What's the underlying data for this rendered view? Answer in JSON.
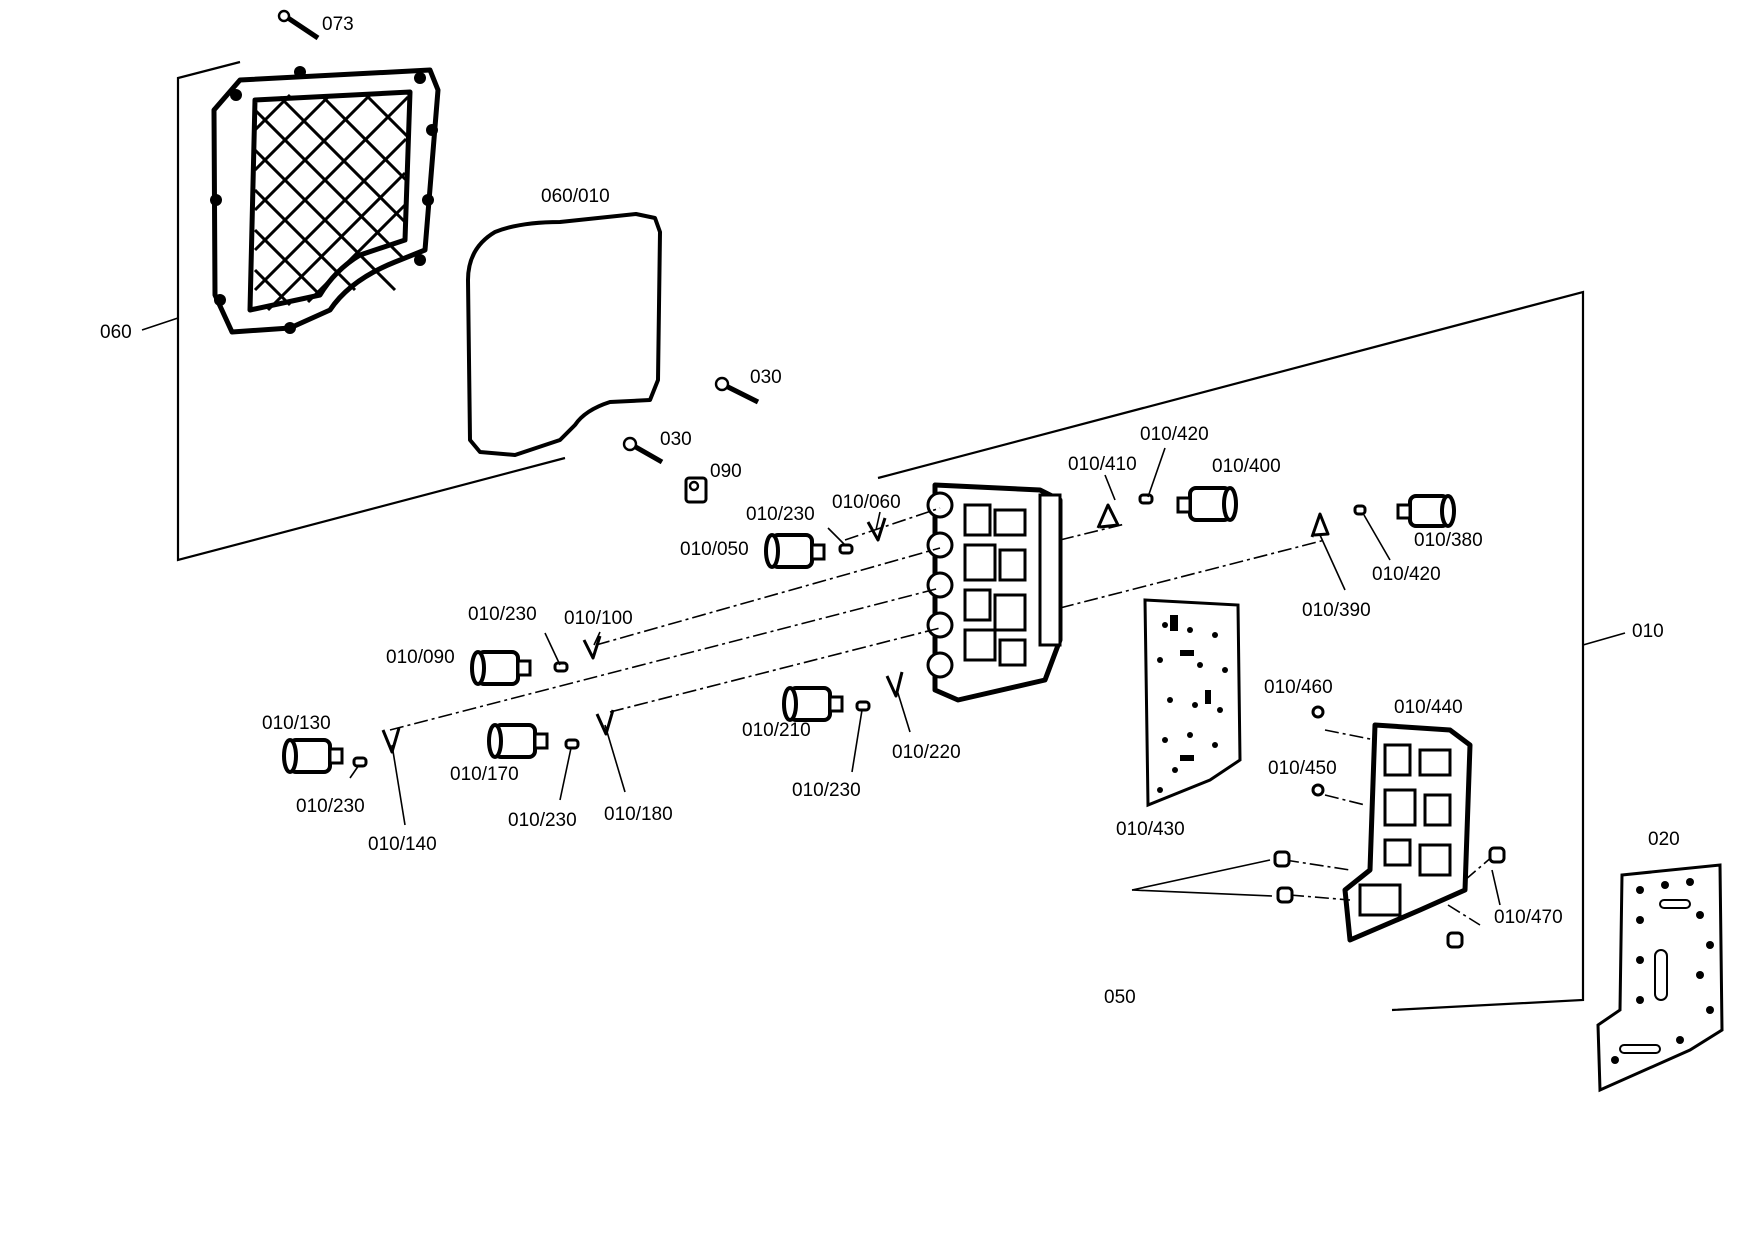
{
  "labels": {
    "l073": "073",
    "l060_010": "060/010",
    "l060": "060",
    "l030a": "030",
    "l030b": "030",
    "l090": "090",
    "l010_410": "010/410",
    "l010_420a": "010/420",
    "l010_400": "010/400",
    "l010_230a": "010/230",
    "l010_060": "010/060",
    "l010_050": "010/050",
    "l010_380": "010/380",
    "l010_420b": "010/420",
    "l010_390": "010/390",
    "l010": "010",
    "l010_230b": "010/230",
    "l010_100": "010/100",
    "l010_090": "010/090",
    "l010_130": "010/130",
    "l010_230c": "010/230",
    "l010_140": "010/140",
    "l010_170": "010/170",
    "l010_230d": "010/230",
    "l010_180": "010/180",
    "l010_210": "010/210",
    "l010_220": "010/220",
    "l010_230e": "010/230",
    "l010_460": "010/460",
    "l010_440": "010/440",
    "l010_450": "010/450",
    "l010_430": "010/430",
    "l010_470": "010/470",
    "l050": "050",
    "l020": "020"
  }
}
